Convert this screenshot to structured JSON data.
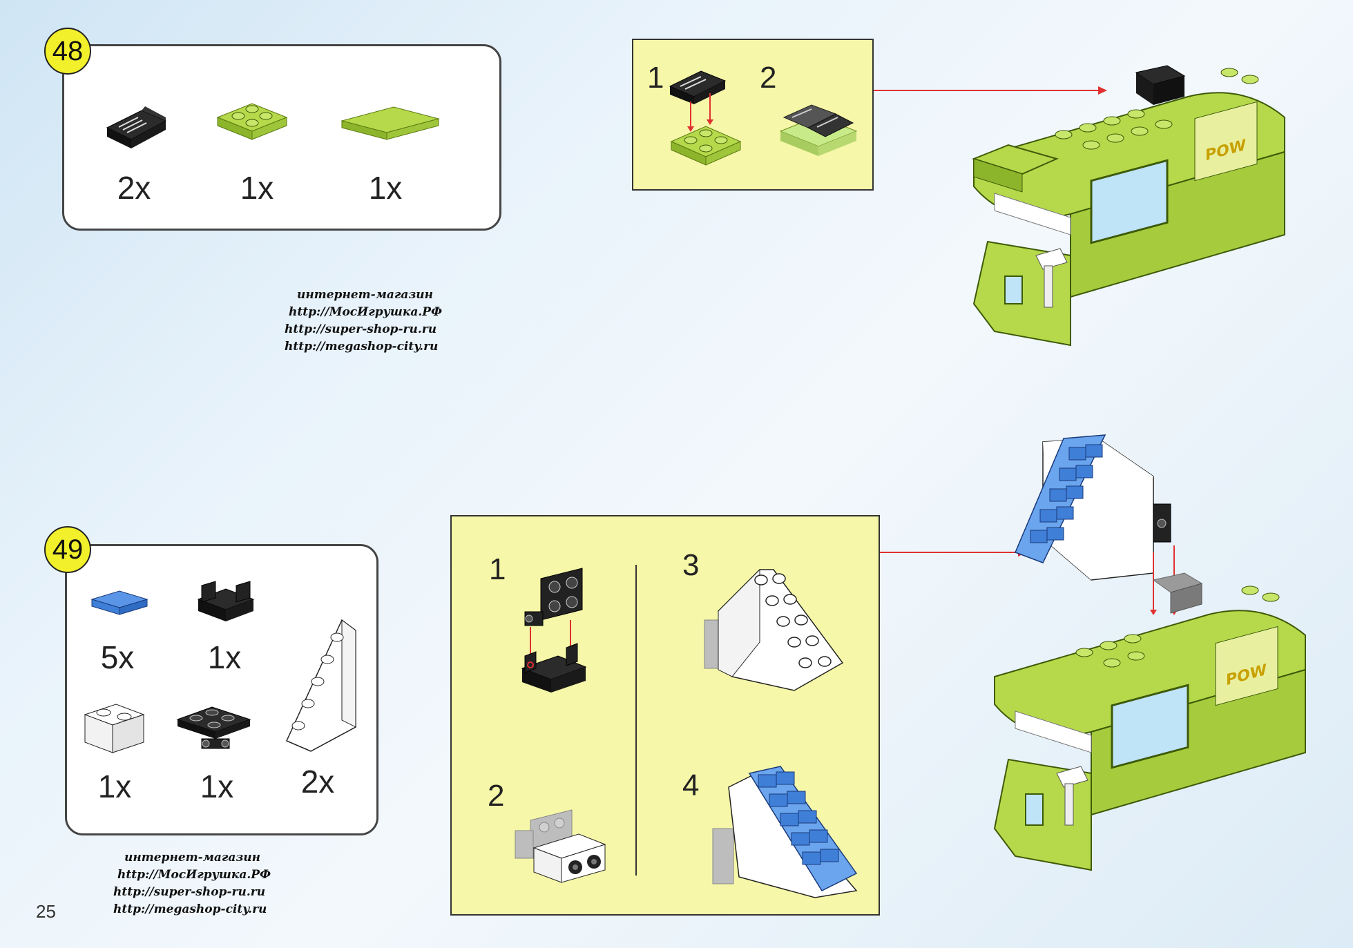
{
  "page_number": "25",
  "step48": {
    "number": "48",
    "parts": [
      {
        "name": "black-grille-slope",
        "qty": "2x"
      },
      {
        "name": "green-plate-2x2",
        "qty": "1x"
      },
      {
        "name": "green-tile-2x3",
        "qty": "1x"
      }
    ],
    "substeps": [
      "1",
      "2"
    ]
  },
  "step49": {
    "number": "49",
    "parts": [
      {
        "name": "blue-tile-1x2",
        "qty": "5x"
      },
      {
        "name": "black-hinge",
        "qty": "1x"
      },
      {
        "name": "white-brick-1x2",
        "qty": "1x"
      },
      {
        "name": "black-plate-clips",
        "qty": "1x"
      },
      {
        "name": "white-slope",
        "qty": "2x"
      }
    ],
    "substeps": [
      "1",
      "2",
      "3",
      "4"
    ]
  },
  "shop_blocks": [
    {
      "lines": [
        "интернет-магазин",
        "http://МосИгрушка.РФ",
        "http://super-shop-ru.ru",
        "http://megashop-city.ru"
      ]
    },
    {
      "lines": [
        "интернет-магазин",
        "http://МосИгрушка.РФ",
        "http://super-shop-ru.ru",
        "http://megashop-city.ru"
      ]
    }
  ],
  "colors": {
    "lime": "#b5d94a",
    "badge": "#f2ef2b",
    "panel_yellow": "#f6f7a8",
    "brick_black": "#1d1d1d",
    "brick_blue": "#3f7fd8",
    "arrow_red": "#e03030"
  }
}
